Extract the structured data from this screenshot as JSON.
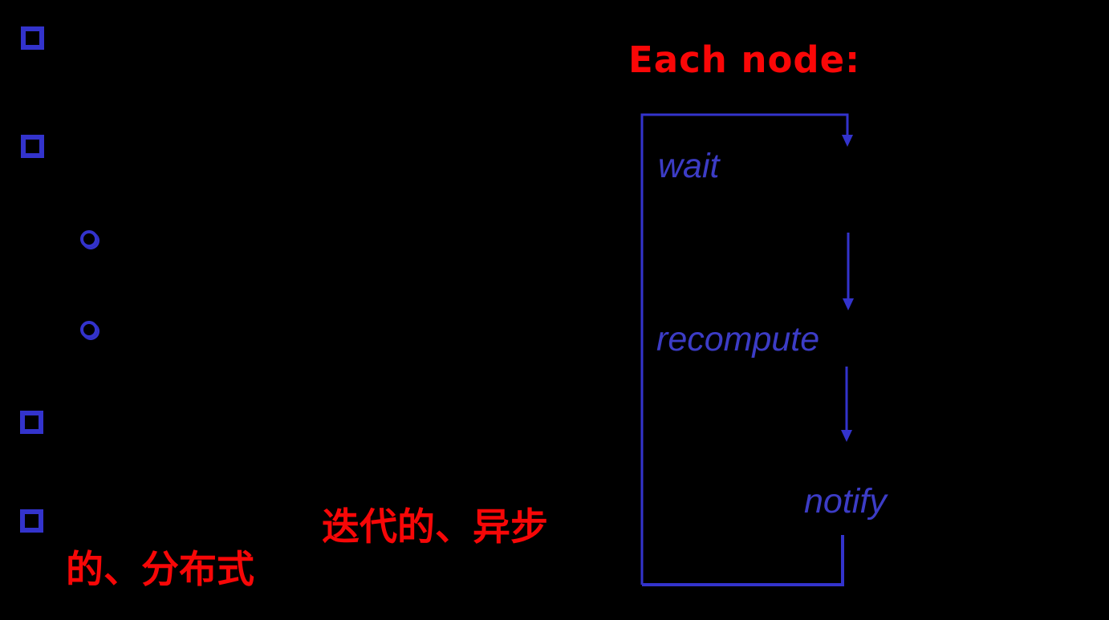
{
  "slide": {
    "title": "Each node:",
    "flowchart": {
      "steps": [
        {
          "label": "wait"
        },
        {
          "label": "recompute"
        },
        {
          "label": "notify"
        }
      ],
      "loop": true
    },
    "annotations": {
      "line1": "迭代的、异步",
      "line2": "的、分布式"
    },
    "bullets": [
      {
        "icon": "square-bullet-icon"
      },
      {
        "icon": "square-bullet-icon"
      },
      {
        "icon": "circle-bullet-icon"
      },
      {
        "icon": "circle-bullet-icon"
      },
      {
        "icon": "square-bullet-icon"
      },
      {
        "icon": "square-bullet-icon"
      }
    ],
    "colors": {
      "background": "#000000",
      "bullet_blue": "#3333cc",
      "flow_line_blue": "#3333cc",
      "step_text_blue": "#3c3cc6",
      "red": "#fa0707"
    }
  }
}
